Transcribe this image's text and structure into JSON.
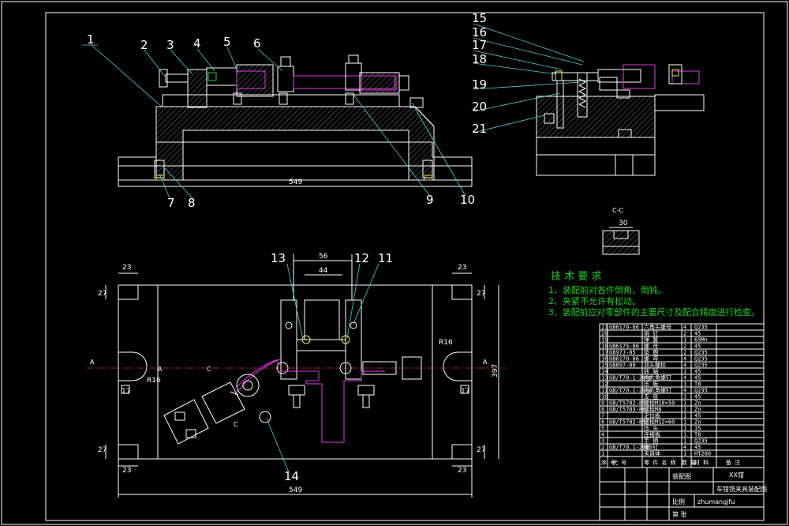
{
  "part_labels": [
    "1",
    "2",
    "3",
    "4",
    "5",
    "6",
    "7",
    "8",
    "9",
    "10",
    "11",
    "12",
    "13",
    "14",
    "15",
    "16",
    "17",
    "18",
    "19",
    "20",
    "21"
  ],
  "dimensions": {
    "front_length": "549",
    "plan_length": "549",
    "plan_height": "397",
    "dim_56": "56",
    "dim_44": "44",
    "dim_23_tl": "23",
    "dim_23_tr": "23",
    "dim_23_bl": "23",
    "dim_23_br": "23",
    "dim_27_tl": "27",
    "dim_27_tr": "27",
    "dim_27_bl": "27",
    "dim_27_br": "27",
    "dim_17_l": "17",
    "dim_17_r": "17",
    "dim_r16_l": "R16",
    "dim_r16_r": "R16",
    "sec_width": "30"
  },
  "section_marks": {
    "a_left": "A",
    "a_mid": "A",
    "a_right": "A",
    "c_top": "C",
    "c_bottom": "C",
    "cc_title": "C-C"
  },
  "tech_requirements": {
    "heading": "技 术 要 求",
    "items": [
      "1、装配前对各件倒角、倒钝。",
      "2、夹紧不允许有松动。",
      "3、装配前应对零部件的主要尺寸及配合精度进行检查。"
    ]
  },
  "bom": {
    "rows": [
      {
        "no": "21",
        "code": "GB6170-86",
        "name": "六角头螺母",
        "qty": "4",
        "mat": "Q235"
      },
      {
        "no": "20",
        "code": "",
        "name": "销 钉",
        "qty": "2",
        "mat": "45"
      },
      {
        "no": "19",
        "code": "",
        "name": "弹 簧",
        "qty": "1",
        "mat": "65Mn"
      },
      {
        "no": "18",
        "code": "GB6175-86",
        "name": "螺 母",
        "qty": "2",
        "mat": "45"
      },
      {
        "no": "17",
        "code": "GB97J-85",
        "name": "垫 圈",
        "qty": "2",
        "mat": "Q235"
      },
      {
        "no": "16",
        "code": "GB6170-86",
        "name": "螺 母",
        "qty": "4",
        "mat": "Q235"
      },
      {
        "no": "15",
        "code": "GB897-88",
        "name": "双头螺柱",
        "qty": "4",
        "mat": "Q235"
      },
      {
        "no": "14",
        "code": "",
        "name": "转 轴",
        "qty": "1",
        "mat": "45"
      },
      {
        "no": "13",
        "code": "GB/T70.1-2000",
        "name": "内六角螺钉",
        "qty": "4",
        "mat": "45"
      },
      {
        "no": "12",
        "code": "",
        "name": "压 板",
        "qty": "1",
        "mat": "T8"
      },
      {
        "no": "11",
        "code": "GB/T70.1-2000",
        "name": "内六角螺钉",
        "qty": "4",
        "mat": "Q235"
      },
      {
        "no": "10",
        "code": "",
        "name": "支 座",
        "qty": "1",
        "mat": "45"
      },
      {
        "no": "9",
        "code": "GB/T5782-85",
        "name": "螺栓M10×50",
        "qty": "1",
        "mat": "Zn"
      },
      {
        "no": "8",
        "code": "GB/T5783-86",
        "name": "螺栓M8",
        "qty": "1",
        "mat": "Zn"
      },
      {
        "no": "7",
        "code": "",
        "name": "定位板",
        "qty": "1",
        "mat": "45"
      },
      {
        "no": "6",
        "code": "GB/T5782-85",
        "name": "螺栓M12×60",
        "qty": "1",
        "mat": "Zn"
      },
      {
        "no": "5",
        "code": "",
        "name": "压 头",
        "qty": "1",
        "mat": "35"
      },
      {
        "no": "4",
        "code": "",
        "name": "连接板",
        "qty": "1",
        "mat": "T8"
      },
      {
        "no": "3",
        "code": "",
        "name": "手 柄",
        "qty": "1",
        "mat": "Q235"
      },
      {
        "no": "2",
        "code": "GB/T70.1-2000",
        "name": "螺 钉",
        "qty": "4",
        "mat": "45"
      },
      {
        "no": "1",
        "code": "",
        "name": "夹具体",
        "qty": "1",
        "mat": "HT200"
      }
    ],
    "header": {
      "no": "序 号",
      "code": "代 号",
      "name": "零 件 名 称",
      "qty": "数 量",
      "mat": "材 料",
      "note": "备 注"
    }
  },
  "title_block": {
    "company": "XX钳",
    "drawing_name": "车钳铣夹具装配图",
    "zone": "装配图",
    "website": "zhumangjfu",
    "scale_label": "比例",
    "sheet_label": "第 张"
  }
}
